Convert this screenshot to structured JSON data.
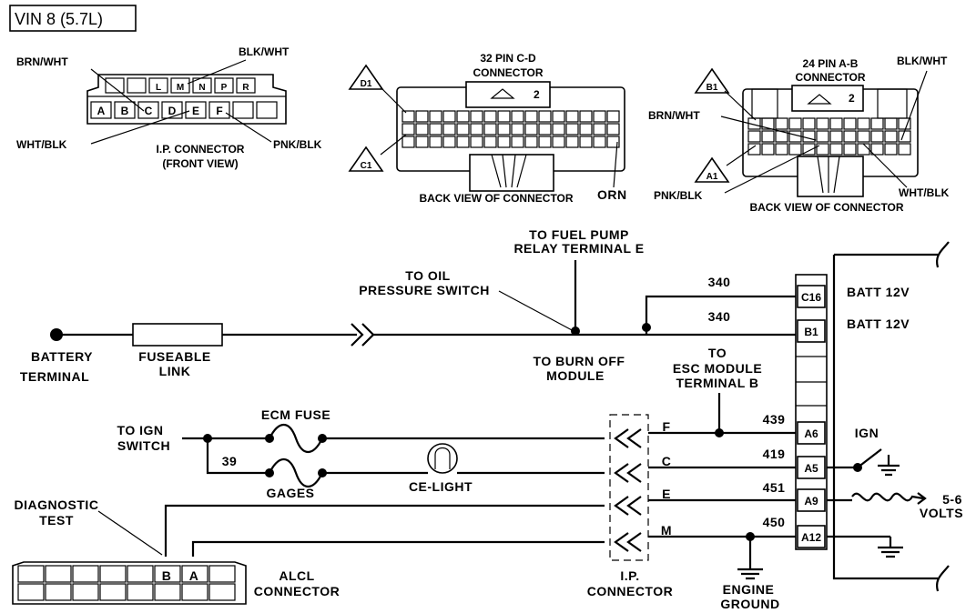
{
  "title": "VIN 8 (5.7L)",
  "ip_view": {
    "caption_1": "I.P. CONNECTOR",
    "caption_2": "(FRONT VIEW)",
    "top_letters": [
      "",
      "",
      "L",
      "M",
      "N",
      "P",
      "R"
    ],
    "bottom_letters": [
      "A",
      "B",
      "C",
      "D",
      "E",
      "F",
      "",
      ""
    ],
    "brn_wht": "BRN/WHT",
    "blk_wht": "BLK/WHT",
    "wht_blk": "WHT/BLK",
    "pnk_blk": "PNK/BLK"
  },
  "cd_view": {
    "title_1": "32 PIN C-D",
    "title_2": "CONNECTOR",
    "d1": "D1",
    "c1": "C1",
    "glyph": "2",
    "caption": "BACK VIEW OF CONNECTOR",
    "orn": "ORN"
  },
  "ab_view": {
    "title_1": "24 PIN A-B",
    "title_2": "CONNECTOR",
    "b1": "B1",
    "a1": "A1",
    "glyph": "2",
    "caption": "BACK VIEW OF CONNECTOR",
    "blk_wht": "BLK/WHT",
    "brn_wht": "BRN/WHT",
    "pnk_blk": "PNK/BLK",
    "wht_blk": "WHT/BLK"
  },
  "schematic": {
    "fuel_pump_1": "TO FUEL PUMP",
    "fuel_pump_2": "RELAY TERMINAL E",
    "oil_1": "TO OIL",
    "oil_2": "PRESSURE SWITCH",
    "battery_1": "BATTERY",
    "battery_2": "TERMINAL",
    "fuseable_1": "FUSEABLE",
    "fuseable_2": "LINK",
    "burn_1": "TO BURN OFF",
    "burn_2": "MODULE",
    "esc_1": "TO",
    "esc_2": "ESC MODULE",
    "esc_3": "TERMINAL B",
    "ign_switch_1": "TO IGN",
    "ign_switch_2": "SWITCH",
    "ecm_fuse": "ECM FUSE",
    "gages": "GAGES",
    "wire_39": "39",
    "ce_light": "CE-LIGHT",
    "diag_1": "DIAGNOSTIC",
    "diag_2": "TEST",
    "alcl_1": "ALCL",
    "alcl_2": "CONNECTOR",
    "alcl_b": "B",
    "alcl_a": "A",
    "ip_conn_1": "I.P.",
    "ip_conn_2": "CONNECTOR",
    "engine_1": "ENGINE",
    "engine_2": "GROUND",
    "ign": "IGN",
    "volts_1": "5-6",
    "volts_2": "VOLTS",
    "batt_1": "BATT 12V",
    "batt_2": "BATT 12V",
    "wire_340a": "340",
    "wire_340b": "340",
    "wire_439": "439",
    "wire_419": "419",
    "wire_451": "451",
    "wire_450": "450",
    "pins": [
      "C16",
      "B1",
      "A6",
      "A5",
      "A9",
      "A12"
    ],
    "ip_letters": [
      "F",
      "C",
      "E",
      "M"
    ]
  }
}
